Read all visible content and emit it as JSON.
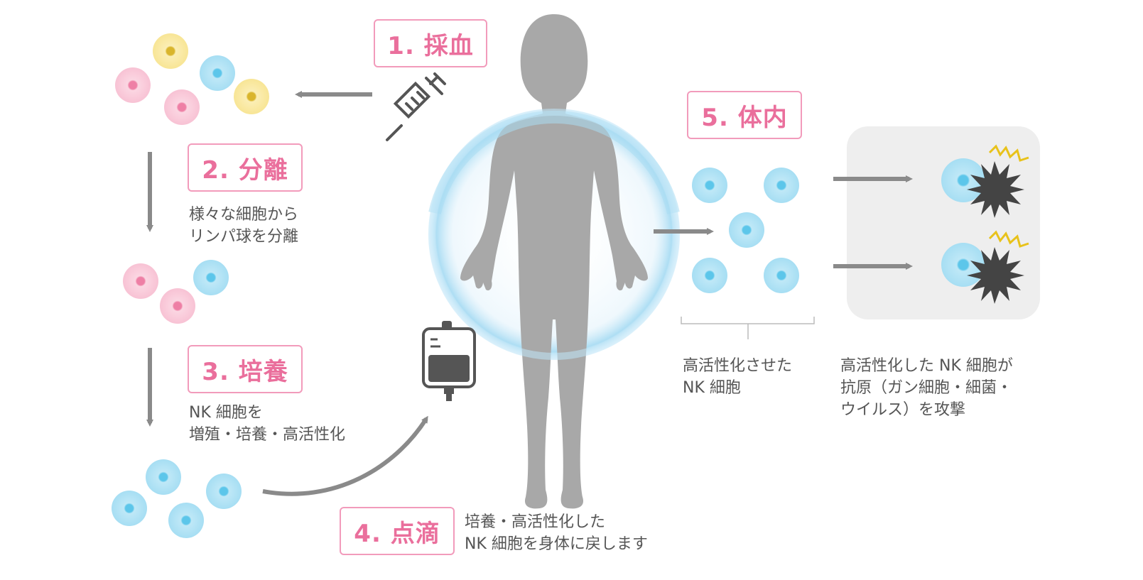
{
  "steps": {
    "s1": "1. 採血",
    "s2": "2. 分離",
    "s3": "3. 培養",
    "s4": "4. 点滴",
    "s5": "5. 体内"
  },
  "captions": {
    "separate_line1": "様々な細胞から",
    "separate_line2": "リンパ球を分離",
    "culture_line1": "NK 細胞を",
    "culture_line2": "増殖・培養・高活性化",
    "drip_line1": "培養・高活性化した",
    "drip_line2": "NK 細胞を身体に戻します",
    "activated_line1": "高活性化させた",
    "activated_line2": "NK 細胞",
    "attack_line1": "高活性化した NK 細胞が",
    "attack_line2": "抗原（ガン細胞・細菌・",
    "attack_line3": "ウイルス）を攻撃"
  },
  "icons": {
    "body": "human-silhouette-icon",
    "syringe": "syringe-icon",
    "iv_bag": "iv-drip-bag-icon",
    "pathogen": "pathogen-icon",
    "spark": "impact-spark-icon"
  },
  "colors": {
    "accent_pink": "#ea6f9c",
    "box_border": "#f29bbb",
    "cell_blue": "#7fd3ef",
    "cell_pink": "#f5a9c4",
    "cell_yellow": "#f2d86a",
    "arrow_gray": "#8a8a8a",
    "body_gray": "#a8a8a8",
    "aura_blue": "#9fd6f2",
    "spark_yellow": "#e8c21a",
    "pathogen_dark": "#444444",
    "panel_bg": "#eeeeee"
  }
}
